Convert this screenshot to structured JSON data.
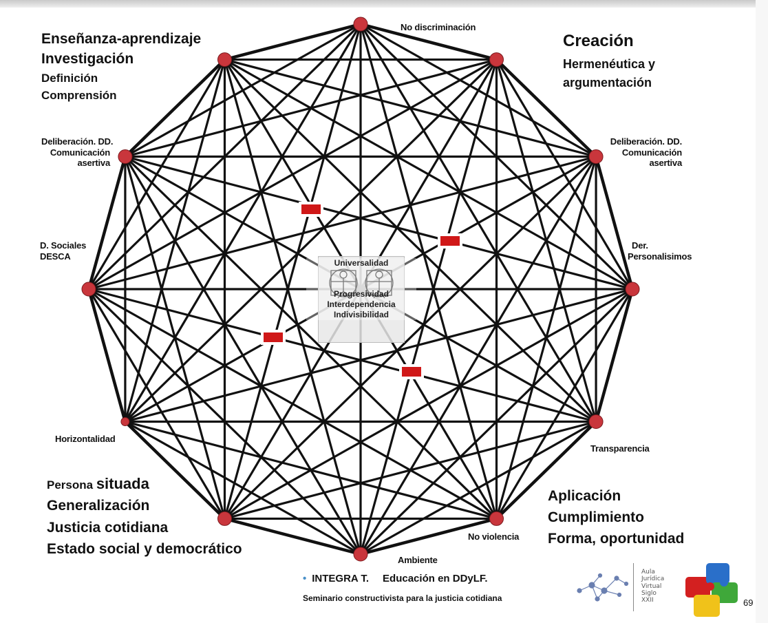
{
  "nodes": [
    {
      "id": "no_discriminacion",
      "label": "No discriminación"
    },
    {
      "id": "creacion_node"
    },
    {
      "id": "deliberacion_right",
      "label": "Deliberación. DD. Comunicación asertiva"
    },
    {
      "id": "der_personalisimos",
      "label": "Der. Personalisimos"
    },
    {
      "id": "transparencia",
      "label": "Transparencia"
    },
    {
      "id": "no_violencia",
      "label": "No violencia"
    },
    {
      "id": "ambiente",
      "label": "Ambiente"
    },
    {
      "id": "persona_node"
    },
    {
      "id": "horizontalidad",
      "label": "Horizontalidad"
    },
    {
      "id": "d_sociales",
      "label": "D. Sociales DESCA"
    },
    {
      "id": "deliberacion_left",
      "label": "Deliberación. DD. Comunicación asertiva"
    },
    {
      "id": "ensenanza_node"
    }
  ],
  "edges": "complete graph: every pair of the 12 nodes is connected",
  "labels": {
    "no_discriminacion": "No discriminación",
    "delib_left_1": "Deliberación. DD.",
    "delib_left_2": "Comunicación",
    "delib_left_3": "asertiva",
    "delib_right_1": "Deliberación. DD.",
    "delib_right_2": "Comunicación",
    "delib_right_3": "asertiva",
    "dsoc_1": "D. Sociales",
    "dsoc_2": "DESCA",
    "derp_1": "Der.",
    "derp_2": "Personalisimos",
    "horizontalidad": "Horizontalidad",
    "transparencia": "Transparencia",
    "no_violencia": "No violencia",
    "ambiente": "Ambiente"
  },
  "corners": {
    "top_left": [
      "Enseñanza-aprendizaje",
      "Investigación",
      "Definición",
      "Comprensión"
    ],
    "top_right": [
      "Creación",
      "Hermenéutica y",
      "argumentación"
    ],
    "bottom_left": {
      "line1_a": "Persona ",
      "line1_b": "situada",
      "line2": "Generalización",
      "line3": "Justicia cotidiana",
      "line4": "Estado social y democrático"
    },
    "bottom_right": [
      "Aplicación",
      "Cumplimiento",
      "Forma, oportunidad"
    ]
  },
  "center": [
    "Universalidad",
    "Progresividad",
    "Interdependencia",
    "Indivisibilidad"
  ],
  "footer": {
    "title_a": "INTEGRA T.",
    "title_b": "Educación en DDyLF.",
    "subtitle": "Seminario constructivista para la justicia cotidiana",
    "aula": [
      "Aula",
      "Jurídica",
      "Virtual",
      "Siglo",
      "XXII"
    ]
  },
  "page_number": "69",
  "colors": {
    "node": "#c9363c",
    "edge": "#111111",
    "marker": "#d01818",
    "bullet": "#4a90c8"
  }
}
